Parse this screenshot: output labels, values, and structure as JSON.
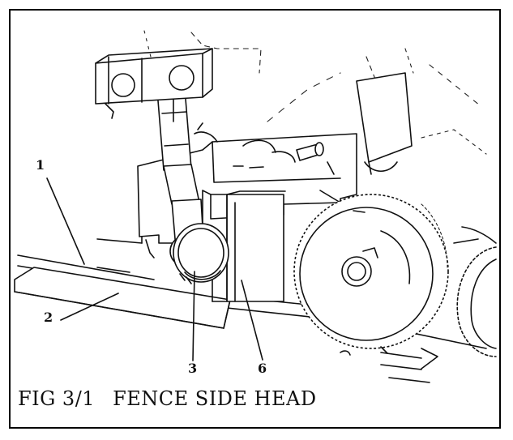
{
  "figure": {
    "caption_number": "FIG 3/1",
    "caption_title": "FENCE SIDE HEAD"
  },
  "callouts": [
    {
      "id": "1",
      "label": "1"
    },
    {
      "id": "2",
      "label": "2"
    },
    {
      "id": "3",
      "label": "3"
    },
    {
      "id": "6",
      "label": "6"
    }
  ],
  "colors": {
    "ink": "#111111",
    "paper": "#ffffff"
  }
}
